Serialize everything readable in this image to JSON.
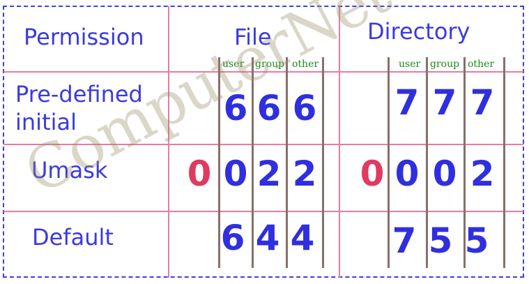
{
  "headers": {
    "permission": "Permission",
    "file": "File",
    "directory": "Directory"
  },
  "subheaders": {
    "file": [
      "user",
      "group",
      "other"
    ],
    "directory": [
      "user",
      "group",
      "other"
    ]
  },
  "rows": [
    {
      "label": "Pre-defined initial",
      "label_lines": [
        "Pre-defined",
        "initial"
      ],
      "file": [
        "",
        "6",
        "6",
        "6"
      ],
      "directory": [
        "",
        "7",
        "7",
        "7"
      ]
    },
    {
      "label": "Umask",
      "label_lines": [
        "Umask"
      ],
      "file": [
        "0",
        "0",
        "2",
        "2"
      ],
      "directory": [
        "0",
        "0",
        "0",
        "2"
      ]
    },
    {
      "label": "Default",
      "label_lines": [
        "Default"
      ],
      "file": [
        "",
        "6",
        "4",
        "4"
      ],
      "directory": [
        "",
        "7",
        "5",
        "5"
      ]
    }
  ],
  "colors": {
    "digit": "#2f2fe0",
    "special_digit": "#e03a60",
    "subheader": "#1c8a1c",
    "grid": "#e97aa0",
    "border": "#3a3ee8"
  },
  "watermark": "ComputerNetworkingNotes.com"
}
